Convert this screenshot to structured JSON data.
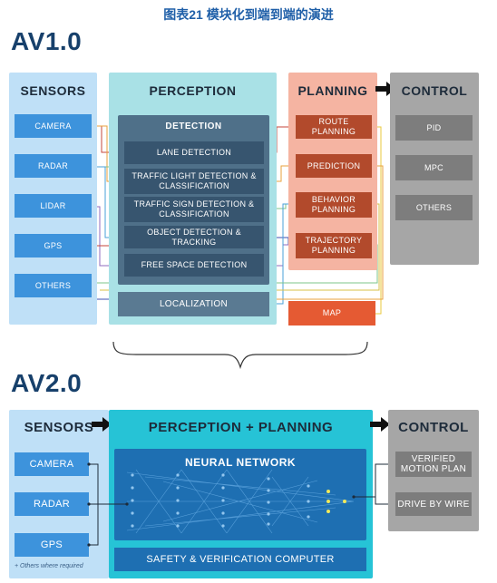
{
  "figure_title": "图表21 模块化到端到端的演进",
  "colors": {
    "sensors_panel": "#bfe0f7",
    "sensor_box": "#3d93dc",
    "perception_panel": "#a9e1e6",
    "detection_panel": "#4f7089",
    "planning_panel": "#f5b4a2",
    "control_panel": "#a6a6a6",
    "map_box": "#e55a33",
    "nn_panel": "#1e6fb2",
    "av2_perception_panel": "#26c3d6"
  },
  "av1": {
    "title": "AV1.0",
    "sensors": {
      "header": "SENSORS",
      "items": [
        "CAMERA",
        "RADAR",
        "LIDAR",
        "GPS",
        "OTHERS"
      ]
    },
    "perception": {
      "header": "PERCEPTION",
      "detection_header": "DETECTION",
      "detection_items": [
        "LANE DETECTION",
        "TRAFFIC LIGHT DETECTION &\nCLASSIFICATION",
        "TRAFFIC SIGN DETECTION &\nCLASSIFICATION",
        "OBJECT DETECTION & TRACKING",
        "FREE SPACE DETECTION"
      ],
      "localization": "LOCALIZATION"
    },
    "planning": {
      "header": "PLANNING",
      "items": [
        "ROUTE PLANNING",
        "PREDICTION",
        "BEHAVIOR\nPLANNING",
        "TRAJECTORY\nPLANNING"
      ]
    },
    "map": "MAP",
    "control": {
      "header": "CONTROL",
      "items": [
        "PID",
        "MPC",
        "OTHERS"
      ]
    }
  },
  "av2": {
    "title": "AV2.0",
    "sensors": {
      "header": "SENSORS",
      "items": [
        "CAMERA",
        "RADAR",
        "GPS"
      ],
      "footnote": "+ Others where required"
    },
    "perception_planning": {
      "header": "PERCEPTION + PLANNING",
      "neural_network": "NEURAL NETWORK",
      "safety": "SAFETY & VERIFICATION COMPUTER"
    },
    "control": {
      "header": "CONTROL",
      "items": [
        "VERIFIED\nMOTION PLAN",
        "DRIVE BY WIRE"
      ]
    }
  }
}
